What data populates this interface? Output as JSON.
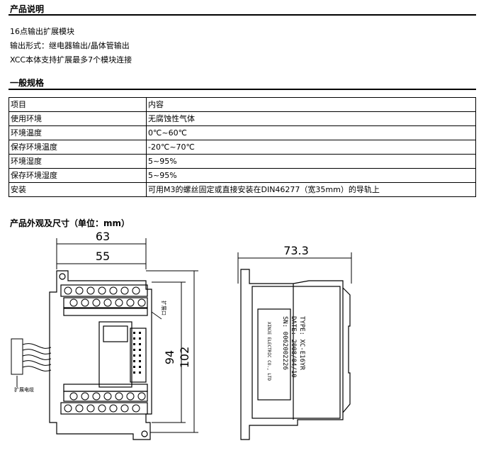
{
  "intro": {
    "title": "产品说明",
    "lines": [
      "16点输出扩展模块",
      "输出形式：继电器输出/晶体管输出",
      "XCC本体支持扩展最多7个模块连接"
    ]
  },
  "specs": {
    "title": "一般规格",
    "header": [
      "项目",
      "内容"
    ],
    "rows": [
      [
        "使用环境",
        "无腐蚀性气体"
      ],
      [
        "环境温度",
        "0℃~60℃"
      ],
      [
        "保存环境温度",
        "-20℃~70℃"
      ],
      [
        "环境湿度",
        "5~95%"
      ],
      [
        "保存环境湿度",
        "5~95%"
      ],
      [
        "安装",
        "可用M3的螺丝固定或直接安装在DIN46277（宽35mm）的导轨上"
      ]
    ]
  },
  "dimensions": {
    "title": "产品外观及尺寸（单位：mm）",
    "width_total": "63",
    "width_inner": "55",
    "height_total": "102",
    "height_inner": "94",
    "depth": "73.3",
    "cable_label": "扩展电缆",
    "port_label": "扩展口",
    "label_lines": [
      "TYPE: XC-E16YR",
      "DATE: 2008/04/10",
      "SN: 0062002226",
      "XINJE ELECTRIC CO., LTD"
    ]
  }
}
